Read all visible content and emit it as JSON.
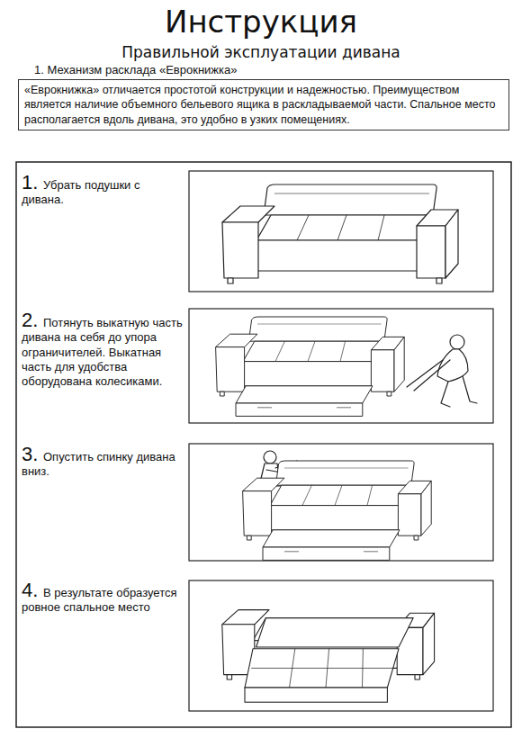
{
  "diagram": {
    "title": "Инструкция",
    "nodes": [
      {
        "text": [
          "«Еврокнижка» отличается простотой конструкции и надежностью. Преимуществом является наличие объемного бельевого ящика в раскладываемой части. Спальное место располагается вдоль дивана, это удобно в узких помещениях."
        ]
      },
      {
        "text": [
          "1.",
          "Убрать подушки с дивана."
        ]
      },
      {
        "text": [
          "2.",
          "Потянуть выкатную часть дивана на себя до упора ограничителей. Выкатная часть для удобства оборудована колесиками."
        ]
      },
      {
        "text": [
          "3.",
          "Опустить спинку дивана вниз."
        ]
      },
      {
        "text": [
          "4.",
          "В результате образуется ровное спальное место"
        ]
      }
    ],
    "labels": [
      "Правильной эксплуатации дивана",
      "1. Механизм расклада «Еврокнижка»"
    ]
  }
}
